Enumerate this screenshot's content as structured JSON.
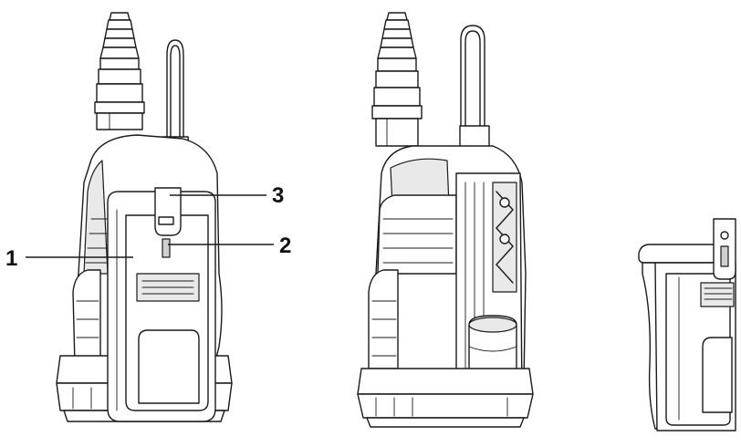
{
  "callouts": [
    {
      "id": "1",
      "label": "1"
    },
    {
      "id": "2",
      "label": "2"
    },
    {
      "id": "3",
      "label": "3"
    }
  ],
  "colors": {
    "line": "#1a1a1a",
    "background": "#ffffff",
    "shade": "#e9e9e9"
  },
  "views": [
    "pump-assembled-with-bracket",
    "pump-without-front-bracket",
    "detached-bracket"
  ]
}
